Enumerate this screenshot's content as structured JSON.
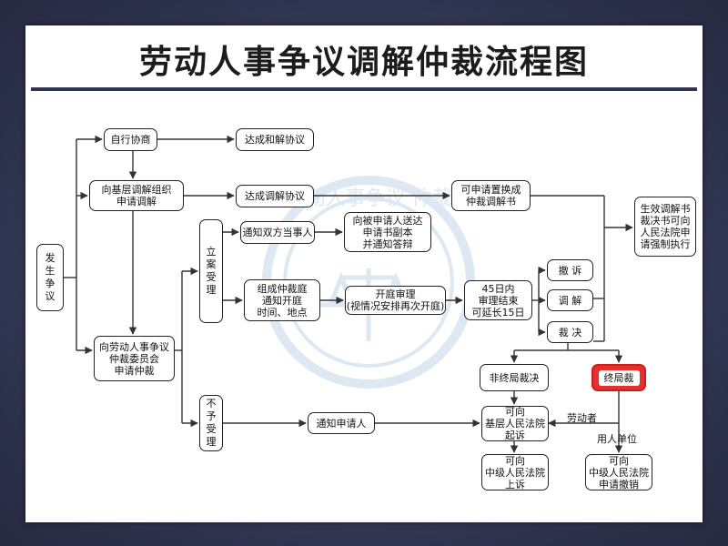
{
  "title": "劳动人事争议调解仲裁流程图",
  "nodes": {
    "dispute": "发\n生\n争\n议",
    "self_negotiation": "自行协商",
    "settlement_agreement_1": "达成和解协议",
    "grassroots_mediation": "向基层调解组织\n申请调解",
    "mediation_agreement": "达成调解协议",
    "arbitration_application": "向劳动人事争议\n仲裁委员会\n申请仲裁",
    "case_filed": "立\n案\n受\n理",
    "case_rejected": "不\n予\n受\n理",
    "notify_parties": "通知双方当事人",
    "serve_copy": "向被申请人送达\n申请书副本\n并通知答辩",
    "form_tribunal": "组成仲裁庭\n通知开庭\n时间、地点",
    "hearing": "开庭审理\n(视情况安排再次开庭)",
    "deadline": "45日内\n审理结束\n可延长15日",
    "withdraw": "撤  诉",
    "mediate": "调  解",
    "award": "裁  决",
    "replace_with_award": "可申请置换成\n仲裁调解书",
    "enforcement": "生效调解书\n裁决书可向\n人民法院申\n请强制执行",
    "notify_applicant": "通知申请人",
    "non_final_award": "非终局裁决",
    "final_award": "终局裁",
    "sue_basic_court": "可向\n基层人民法院\n起诉",
    "appeal_intermediate": "可向\n中级人民法院\n上诉",
    "revoke_intermediate": "可向\n中级人民法院\n申请撤销"
  },
  "labels": {
    "worker": "劳动者",
    "employer": "用人单位"
  },
  "watermark": "劳动人事争议 仲裁",
  "colors": {
    "background": "#2f3450",
    "line": "#333333",
    "highlight": "#e53030"
  }
}
